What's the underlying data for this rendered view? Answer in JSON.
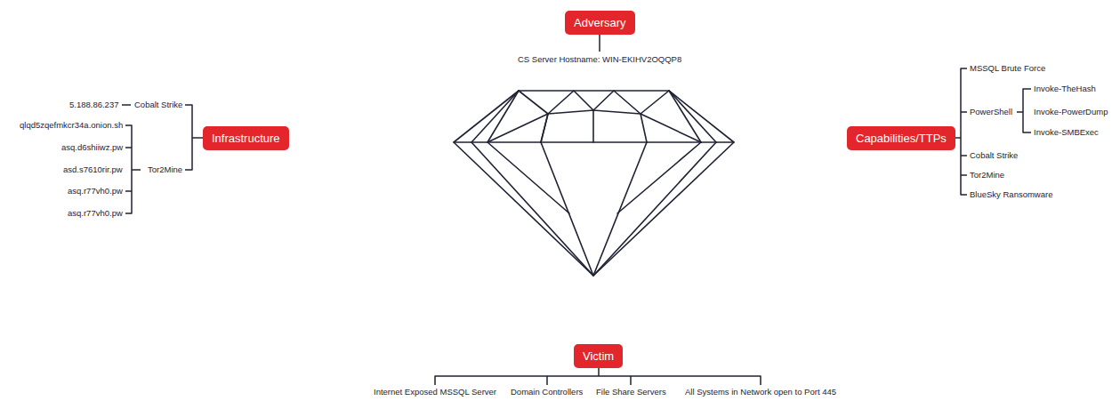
{
  "diagram": {
    "nodes": [
      {
        "text": [
          "Adversary"
        ]
      },
      {
        "text": [
          "Infrastructure"
        ]
      },
      {
        "text": [
          "Capabilities/TTPs"
        ]
      },
      {
        "text": [
          "Victim"
        ]
      }
    ],
    "labels": [
      "CS Server Hostname: WIN-EKIHV2OQQP8",
      "5.188.86.237",
      "Cobalt Strike",
      "qlqd5zqefmkcr34a.onion.sh",
      "asq.d6shiiwz.pw",
      "asd.s7610rir.pw",
      "Tor2Mine",
      "asq.r77vh0.pw",
      "asq.r77vh0.pw",
      "MSSQL Brute Force",
      "PowerShell",
      "Invoke-TheHash",
      "Invoke-PowerDump",
      "Invoke-SMBExec",
      "Cobalt Strike",
      "Tor2Mine",
      "BlueSky Ransomware",
      "Internet Exposed MSSQL Server",
      "Domain Controllers",
      "File Share Servers",
      "All Systems in Network open to Port 445"
    ]
  }
}
